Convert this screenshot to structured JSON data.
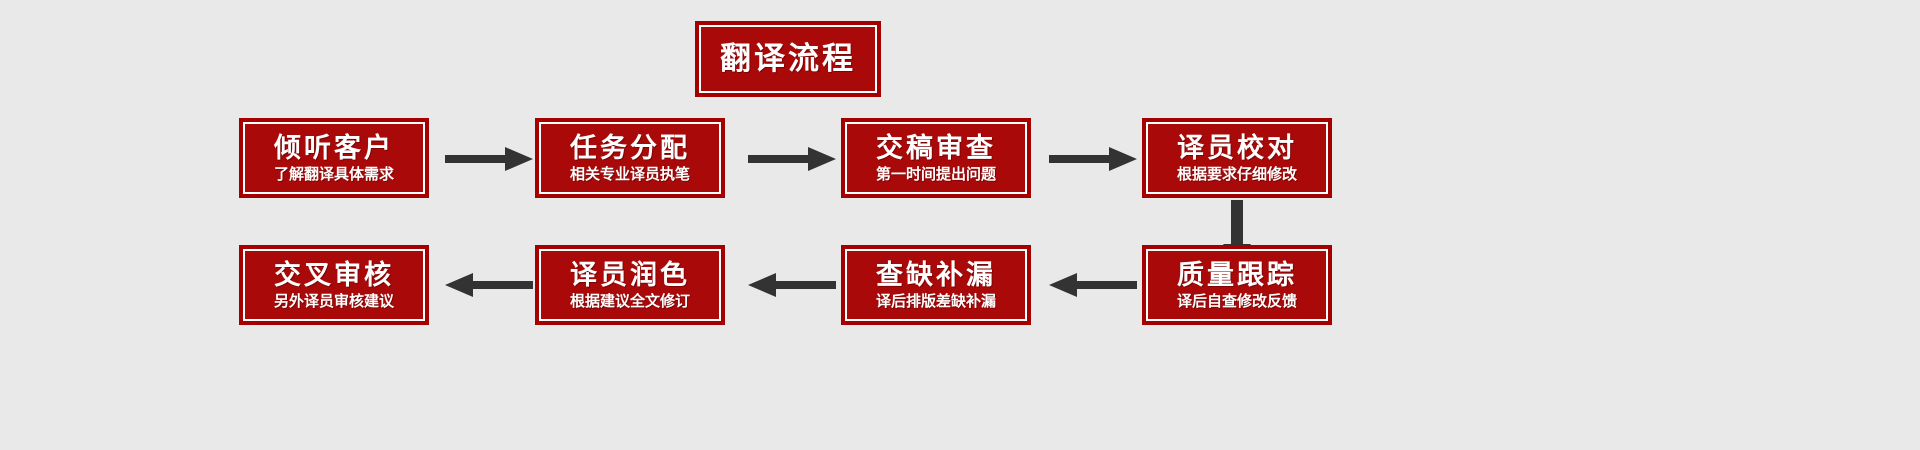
{
  "page": {
    "title": "翻译流程",
    "background_color": "#e9e9e9",
    "box_fill_color": "#a90909",
    "box_border_color": "#a50000",
    "box_text_color": "#ffffff",
    "arrow_color": "#333333"
  },
  "header": {
    "label": "翻译流程"
  },
  "flow": {
    "row1": [
      {
        "title": "倾听客户",
        "subtitle": "了解翻译具体需求"
      },
      {
        "title": "任务分配",
        "subtitle": "相关专业译员执笔"
      },
      {
        "title": "交稿审查",
        "subtitle": "第一时间提出问题"
      },
      {
        "title": "译员校对",
        "subtitle": "根据要求仔细修改"
      }
    ],
    "row2": [
      {
        "title": "交叉审核",
        "subtitle": "另外译员审核建议"
      },
      {
        "title": "译员润色",
        "subtitle": "根据建议全文修订"
      },
      {
        "title": "查缺补漏",
        "subtitle": "译后排版差缺补漏"
      },
      {
        "title": "质量跟踪",
        "subtitle": "译后自查修改反馈"
      }
    ],
    "connectors": [
      {
        "name": "arrow-step1-to-step2",
        "direction": "right"
      },
      {
        "name": "arrow-step2-to-step3",
        "direction": "right"
      },
      {
        "name": "arrow-step3-to-step4",
        "direction": "right"
      },
      {
        "name": "arrow-step4-to-step5",
        "direction": "down"
      },
      {
        "name": "arrow-step5-to-step6",
        "direction": "left"
      },
      {
        "name": "arrow-step6-to-step7",
        "direction": "left"
      },
      {
        "name": "arrow-step7-to-step8",
        "direction": "left"
      }
    ]
  }
}
